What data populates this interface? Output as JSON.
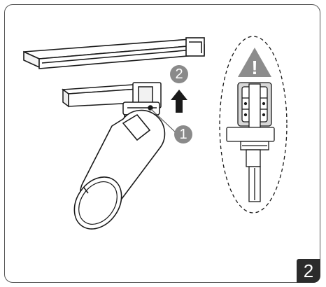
{
  "page_number": "2",
  "step_1_label": "1",
  "step_2_label": "2",
  "warning_symbol": "!",
  "icons": {
    "arrow": "up-arrow-icon",
    "warning": "warning-triangle-icon"
  },
  "colors": {
    "badge": "#2b2b2b",
    "step_marker": "#8a8a8a",
    "warning": "#8c8c8c",
    "line": "#1a1a1a"
  }
}
